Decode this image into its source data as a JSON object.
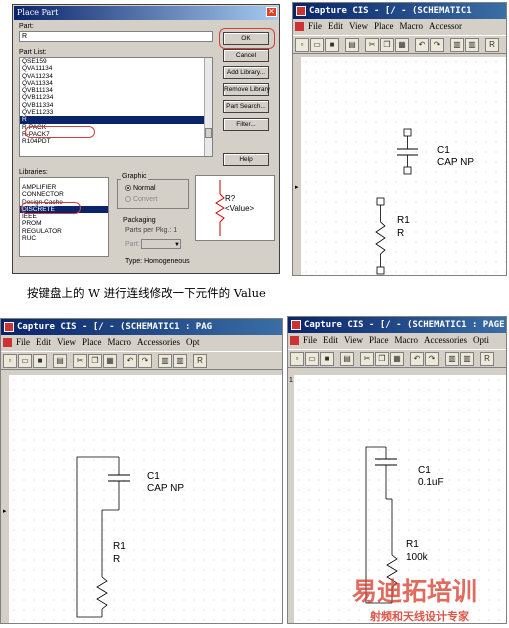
{
  "place_part_dialog": {
    "title": "Place Part",
    "part_label": "Part:",
    "part_value": "R",
    "part_list_label": "Part List:",
    "parts": [
      "QSE159",
      "QVA11134",
      "QVA11234",
      "QVA11334",
      "QVB11134",
      "QVB11234",
      "QVB11334",
      "QVE11233",
      "R",
      "R-PACK",
      "R-PACK7",
      "R104PDT"
    ],
    "selected_part": "R",
    "libraries_label": "Libraries:",
    "libraries": [
      "AMPLIFIER",
      "CONNECTOR",
      "Design Cache",
      "DISCRETE",
      "IEEE",
      "PROM",
      "REGULATOR",
      "RUC"
    ],
    "selected_library": "DISCRETE",
    "graphic_label": "Graphic",
    "graphic_options": [
      "Normal",
      "Convert"
    ],
    "packaging_label": "Packaging",
    "parts_per_pkg": "Parts per Pkg.:  1",
    "part_field_label": "Part:",
    "type_label": "Type:  Homogeneous",
    "buttons": {
      "ok": "OK",
      "cancel": "Cancel",
      "add_library": "Add Library...",
      "remove_library": "Remove Library",
      "part_search": "Part Search...",
      "filter": "Filter...",
      "help": "Help"
    },
    "preview_ref": "R?",
    "preview_value": "<Value>"
  },
  "windows": [
    {
      "title": "Capture CIS - [/ - (SCHEMATIC1",
      "menus": [
        "File",
        "Edit",
        "View",
        "Place",
        "Macro",
        "Accessor"
      ]
    },
    {
      "title": "Capture CIS - [/ - (SCHEMATIC1 : PAG",
      "menus": [
        "File",
        "Edit",
        "View",
        "Place",
        "Macro",
        "Accessories",
        "Opt"
      ]
    },
    {
      "title": "Capture CIS - [/ - (SCHEMATIC1 : PAGE",
      "menus": [
        "File",
        "Edit",
        "View",
        "Place",
        "Macro",
        "Accessories",
        "Opti"
      ]
    }
  ],
  "schematics": {
    "top_right": {
      "cap_ref": "C1",
      "cap_value": "CAP NP",
      "res_ref": "R1",
      "res_value": "R"
    },
    "bottom_left": {
      "cap_ref": "C1",
      "cap_value": "CAP NP",
      "res_ref": "R1",
      "res_value": "R"
    },
    "bottom_right": {
      "cap_ref": "C1",
      "cap_value": "0.1uF",
      "res_ref": "R1",
      "res_value": "100k"
    }
  },
  "caption": "按键盘上的 W 进行连线修改一下元件的 Value",
  "watermark": {
    "main": "易迪拓培训",
    "sub": "射频和天线设计专家",
    "color": "#d63a2a"
  }
}
